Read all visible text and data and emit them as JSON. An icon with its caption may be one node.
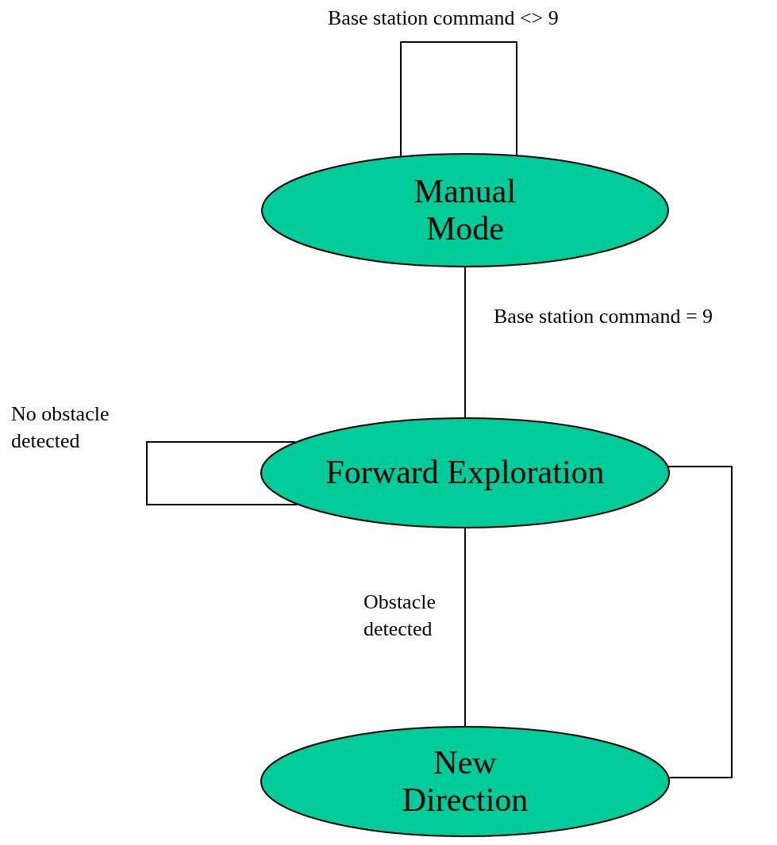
{
  "diagram": {
    "nodes": [
      {
        "text": [
          "Manual Mode"
        ]
      },
      {
        "text": [
          "Forward Exploration"
        ]
      },
      {
        "text": [
          "New Direction"
        ]
      }
    ],
    "edges": [
      {
        "from": 0,
        "to": 0,
        "arrow": "none",
        "label": "Base station command <> 9"
      },
      {
        "from": 0,
        "to": 1,
        "arrow": "none",
        "label": "Base station command = 9"
      },
      {
        "from": 1,
        "to": 1,
        "arrow": "none",
        "label": "No obstacle detected"
      },
      {
        "from": 1,
        "to": 2,
        "arrow": "none",
        "label": "Obstacle detected"
      },
      {
        "from": 1,
        "to": 2,
        "arrow": "none"
      }
    ]
  }
}
